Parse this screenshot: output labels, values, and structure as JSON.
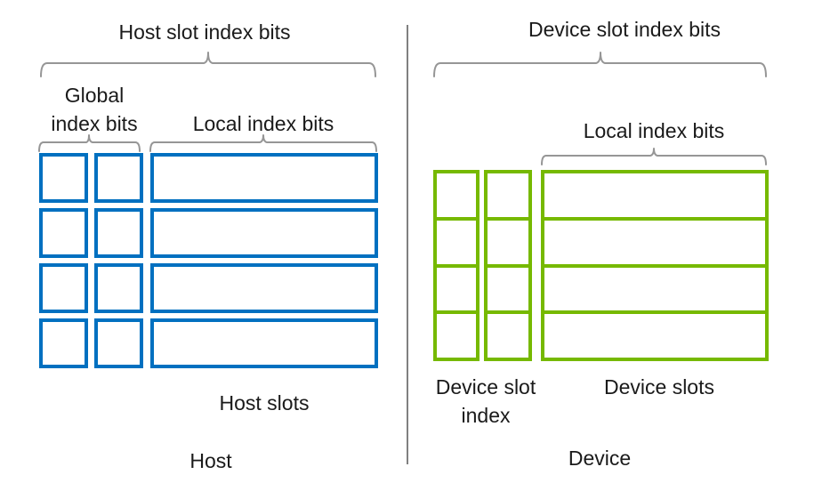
{
  "colors": {
    "host_accent": "#0070C0",
    "device_accent": "#76B900",
    "brace": "#969696",
    "divider": "#808080",
    "text": "#1a1a1a"
  },
  "host": {
    "title": "Host slot index bits",
    "global_label_line1": "Global",
    "global_label_line2": "index bits",
    "local_label": "Local index bits",
    "slots_label": "Host slots",
    "name": "Host",
    "rows": 4,
    "global_bit_columns": 2,
    "local_bit_columns": 1
  },
  "device": {
    "title": "Device slot index bits",
    "local_label": "Local index bits",
    "slot_index_label_line1": "Device slot",
    "slot_index_label_line2": "index",
    "slots_label": "Device slots",
    "name": "Device",
    "rows": 4,
    "slot_index_columns": 2,
    "slot_columns": 1
  }
}
